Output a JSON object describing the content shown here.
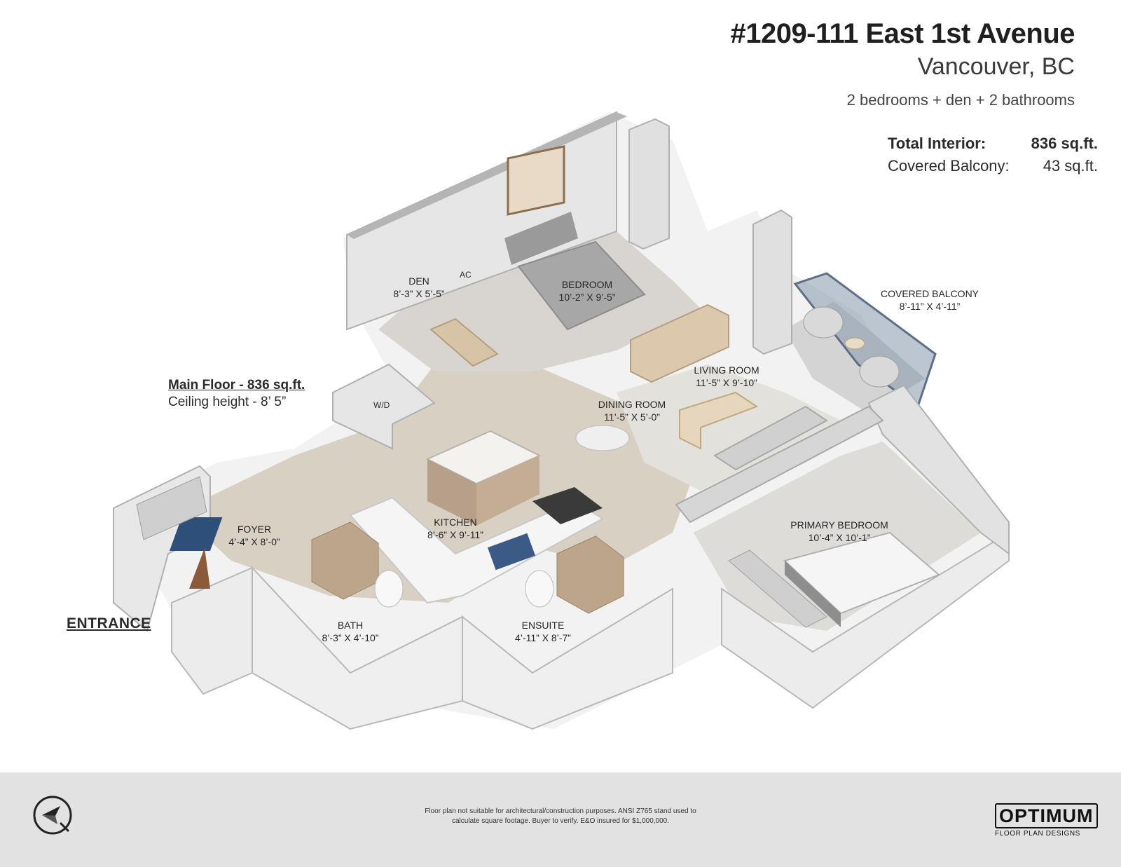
{
  "header": {
    "address": "#1209-111 East 1st Avenue",
    "city": "Vancouver, BC",
    "summary": "2 bedrooms + den + 2 bathrooms"
  },
  "areas": {
    "total_label": "Total Interior:",
    "total_value": "836 sq.ft.",
    "balcony_label": "Covered Balcony:",
    "balcony_value": "43 sq.ft."
  },
  "floor": {
    "title": "Main Floor - 836 sq.ft.",
    "ceiling": "Ceiling height - 8’ 5”"
  },
  "entrance": "ENTRANCE",
  "rooms": [
    {
      "name": "DEN",
      "dim": "8’-3” X 5’-5”"
    },
    {
      "name": "BEDROOM",
      "dim": "10’-2” X 9’-5”"
    },
    {
      "name": "COVERED BALCONY",
      "dim": "8’-11” X 4’-11”"
    },
    {
      "name": "LIVING ROOM",
      "dim": "11’-5” X 9’-10”"
    },
    {
      "name": "DINING ROOM",
      "dim": "11’-5” X 5’-0”"
    },
    {
      "name": "FOYER",
      "dim": "4’-4” X 8’-0”"
    },
    {
      "name": "KITCHEN",
      "dim": "8’-6” X 9’-11”"
    },
    {
      "name": "PRIMARY BEDROOM",
      "dim": "10’-4” X 10’-1”"
    },
    {
      "name": "BATH",
      "dim": "8’-3” X 4’-10”"
    },
    {
      "name": "ENSUITE",
      "dim": "4’-11” X 8’-7”"
    }
  ],
  "fixtures": {
    "washer_dryer": "W/D",
    "ac": "AC"
  },
  "footer": {
    "disclaimer_line1": "Floor plan not suitable for architectural/construction purposes. ANSI Z765 stand used to",
    "disclaimer_line2": "calculate square footage. Buyer to verify.  E&O insured for $1,000,000.",
    "logo_main": "OPTIMUM",
    "logo_sub": "FLOOR PLAN DESIGNS"
  },
  "icons": {
    "compass": "compass-north-icon"
  },
  "colors": {
    "wall_top": "#b5b5b5",
    "wall_face": "#e6e6e6",
    "floor_wood": "#d9d0c4",
    "floor_carpet": "#e2e0dd",
    "glass": "#6d7f95",
    "footer_bg": "#e2e2e2"
  }
}
